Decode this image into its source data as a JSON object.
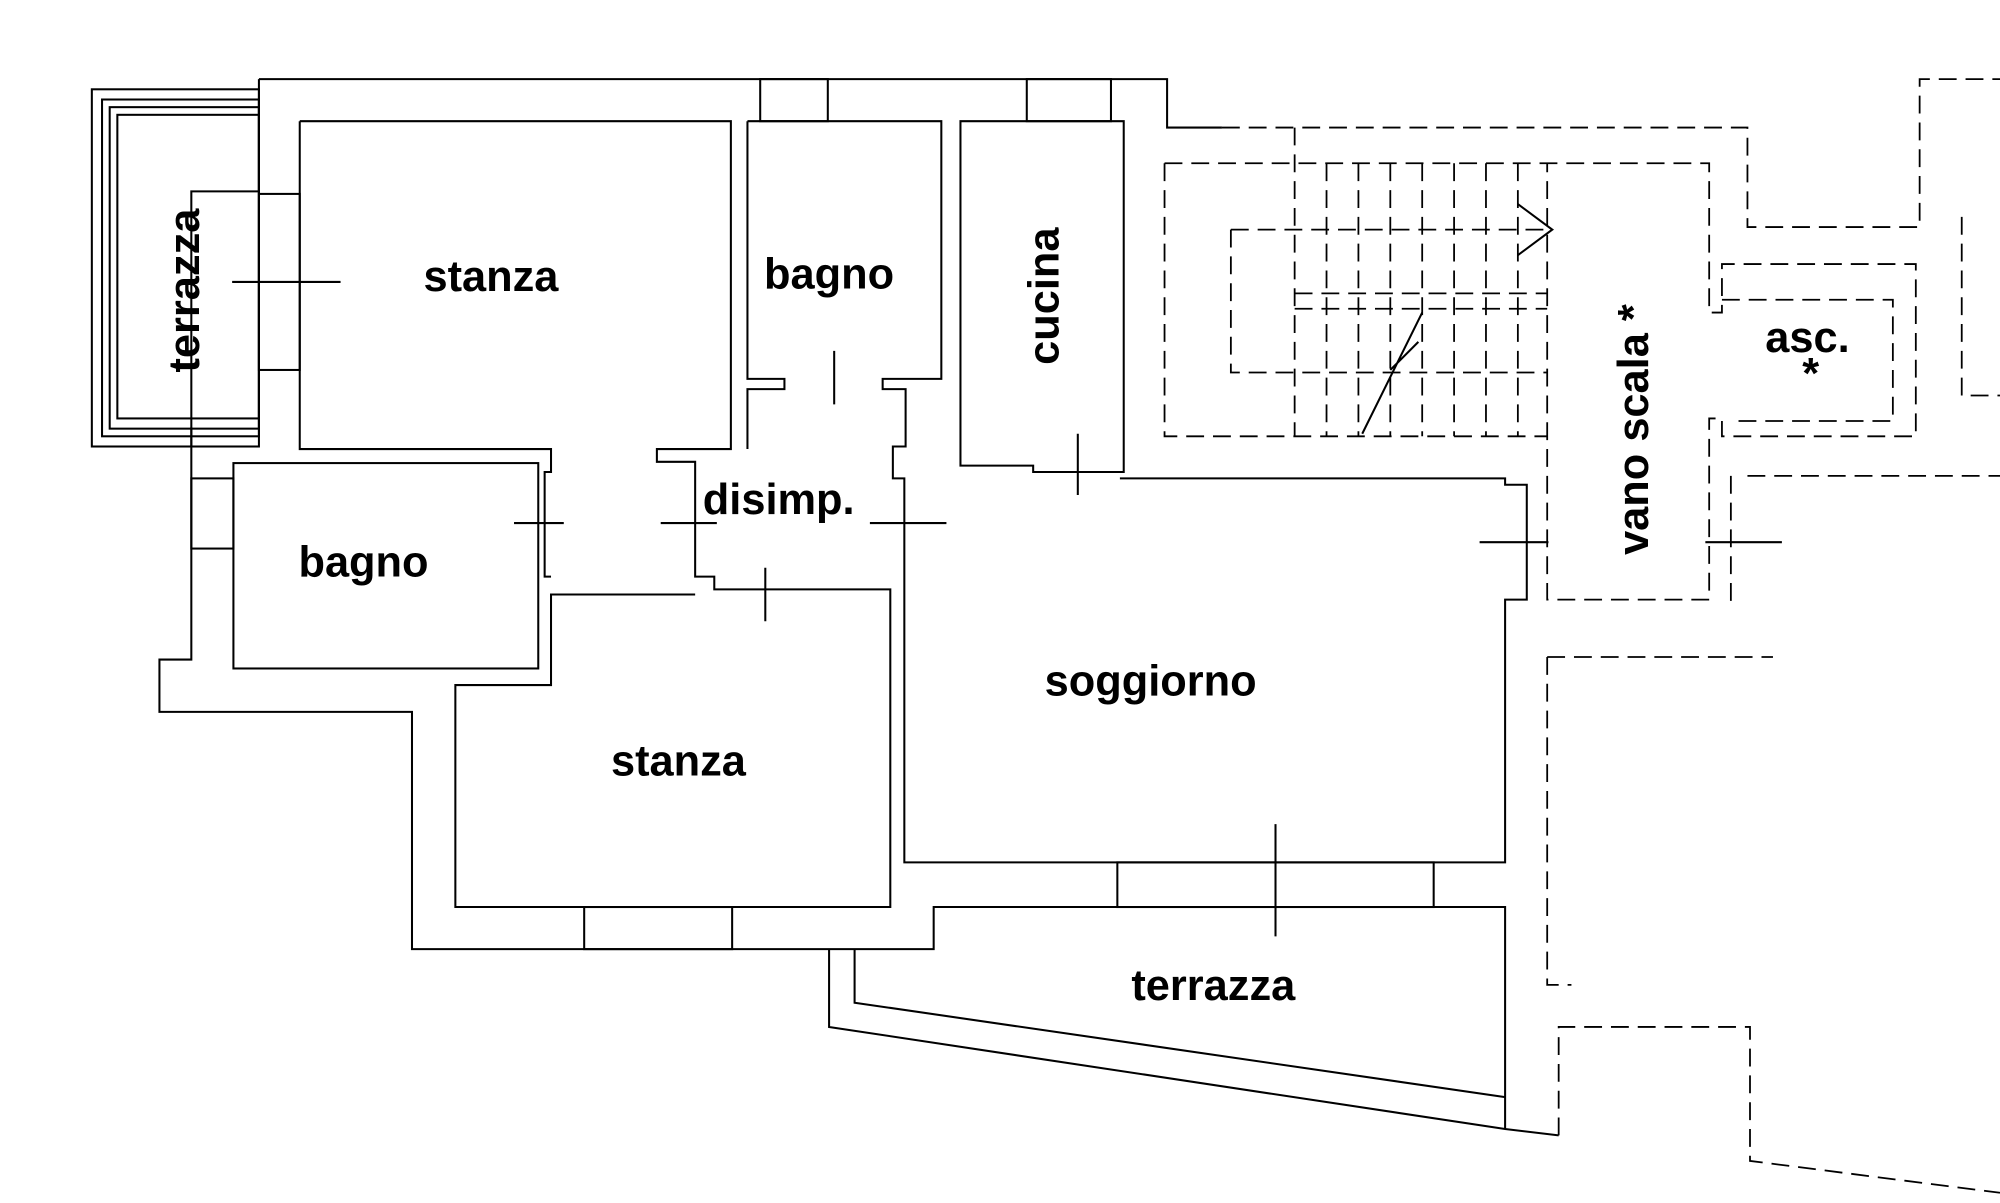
{
  "rooms": {
    "terrazza_left": "terrazza",
    "stanza_top": "stanza",
    "bagno_top": "bagno",
    "cucina": "cucina",
    "vano_scala": "vano scala *",
    "ascensore": "asc.",
    "ascensore_mark": "*",
    "disimpegno": "disimp.",
    "bagno_left": "bagno",
    "soggiorno": "soggiorno",
    "stanza_bottom": "stanza",
    "terrazza_bottom": "terrazza"
  }
}
